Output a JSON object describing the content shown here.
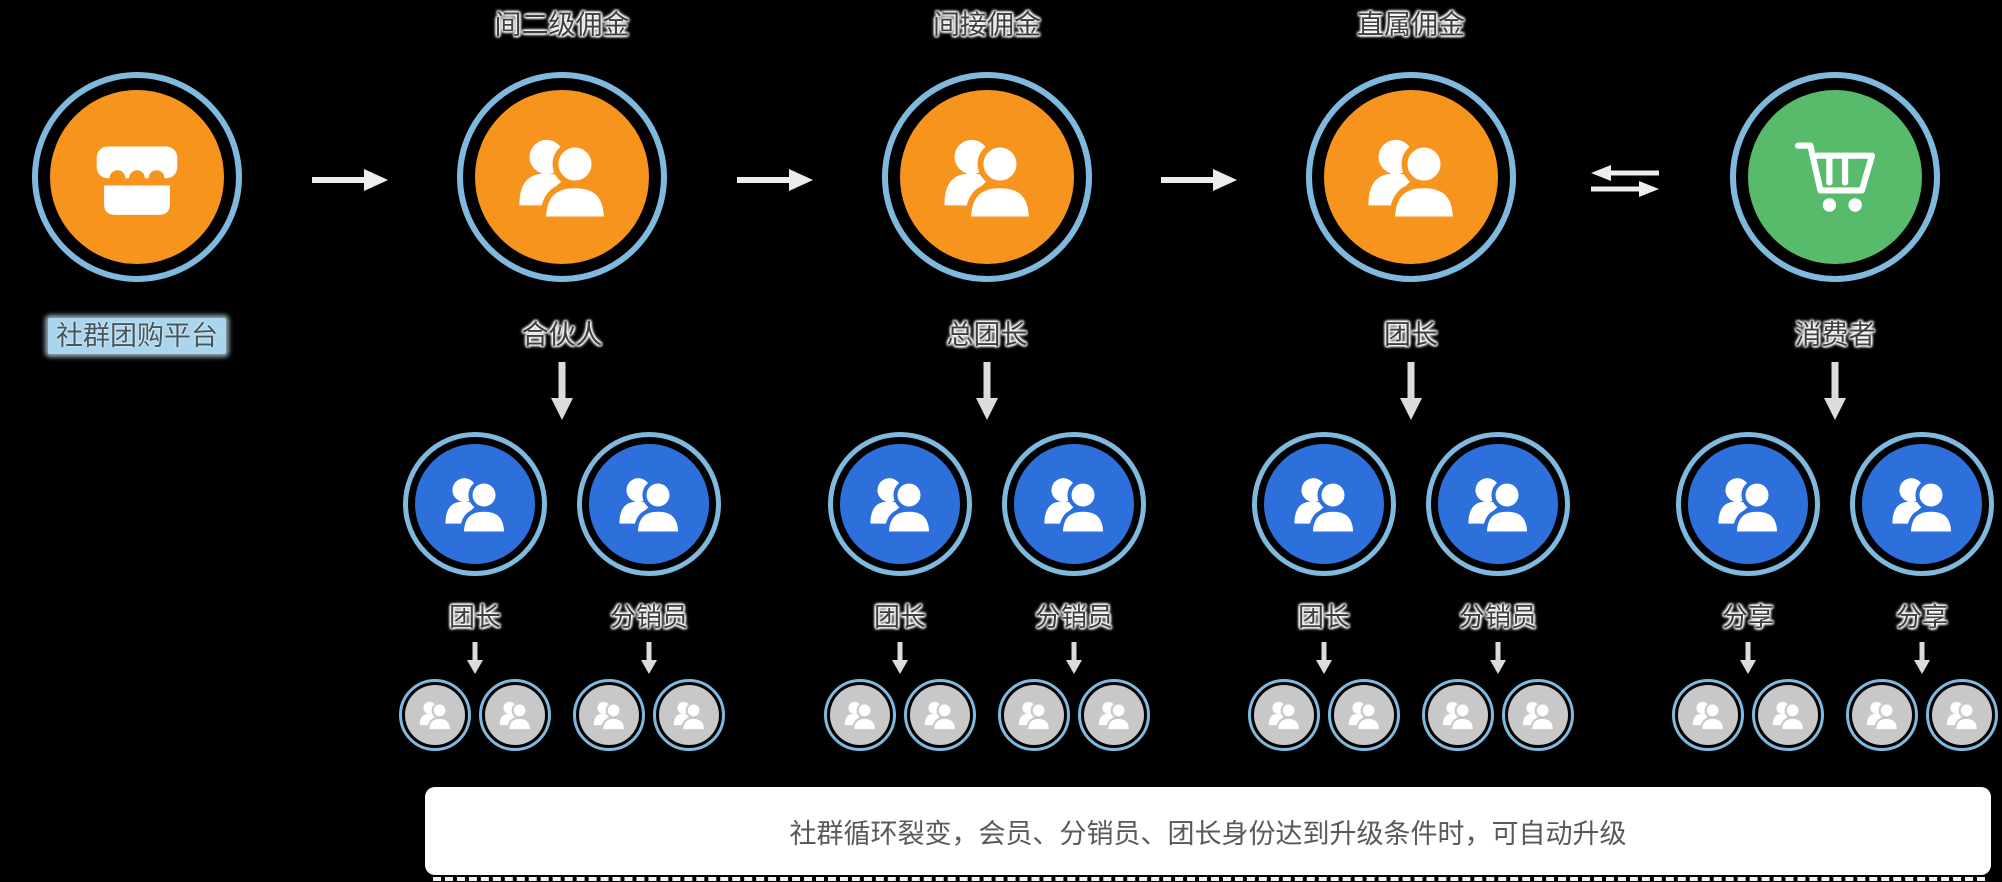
{
  "platform": {
    "label": "社群团购平台"
  },
  "columns": [
    {
      "commission": "间二级佣金",
      "role": "合伙人",
      "children": [
        {
          "label": "团长"
        },
        {
          "label": "分销员"
        }
      ]
    },
    {
      "commission": "间接佣金",
      "role": "总团长",
      "children": [
        {
          "label": "团长"
        },
        {
          "label": "分销员"
        }
      ]
    },
    {
      "commission": "直属佣金",
      "role": "团长",
      "children": [
        {
          "label": "团长"
        },
        {
          "label": "分销员"
        }
      ]
    },
    {
      "commission": "",
      "role": "消费者",
      "children": [
        {
          "label": "分享"
        },
        {
          "label": "分享"
        }
      ]
    }
  ],
  "footer": {
    "note": "社群循环裂变，会员、分销员、团长身份达到升级条件时，可自动升级"
  },
  "colors": {
    "orange": "#F7941E",
    "green": "#57BB6B",
    "blue": "#2D6FDB",
    "gray": "#C8C8C8",
    "ring": "#7FB9DE",
    "arrow": "#EDEDED",
    "arrow2": "#DCDCDC",
    "highlight": "#A9D6EE"
  }
}
